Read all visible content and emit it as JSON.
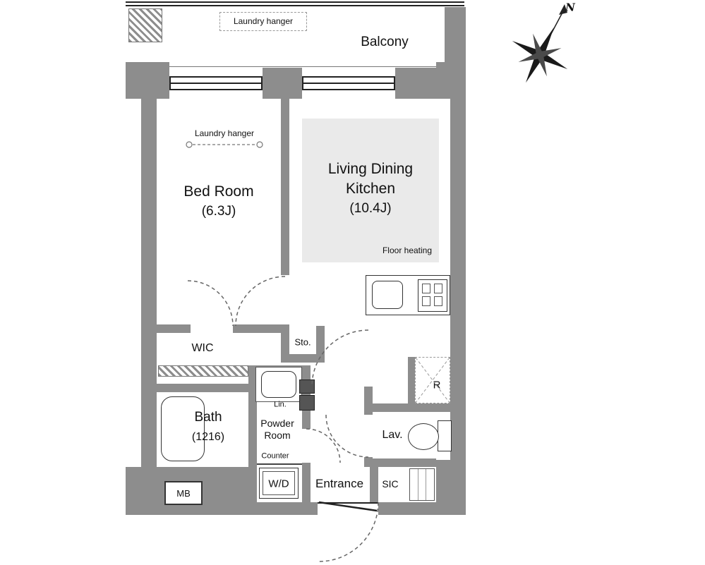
{
  "colors": {
    "wall": "#8d8d8d",
    "floor_heating": "#eaeaea",
    "line": "#333333"
  },
  "balcony": {
    "label": "Balcony",
    "laundry_hanger": "Laundry hanger"
  },
  "bedroom": {
    "name": "Bed Room",
    "size": "(6.3J)",
    "laundry_hanger": "Laundry hanger"
  },
  "ldk": {
    "name_line1": "Living Dining",
    "name_line2": "Kitchen",
    "size": "(10.4J)",
    "floor_heating": "Floor heating"
  },
  "storage": {
    "wic": "WIC",
    "sto": "Sto.",
    "sic": "SIC",
    "mb": "MB",
    "refrigerator": "R"
  },
  "bath": {
    "name": "Bath",
    "size": "(1216)"
  },
  "powder": {
    "name_line1": "Powder",
    "name_line2": "Room",
    "lin": "Lin.",
    "counter": "Counter",
    "wd": "W/D"
  },
  "entrance": {
    "label": "Entrance"
  },
  "lav": {
    "label": "Lav."
  },
  "compass": {
    "north": "N"
  }
}
